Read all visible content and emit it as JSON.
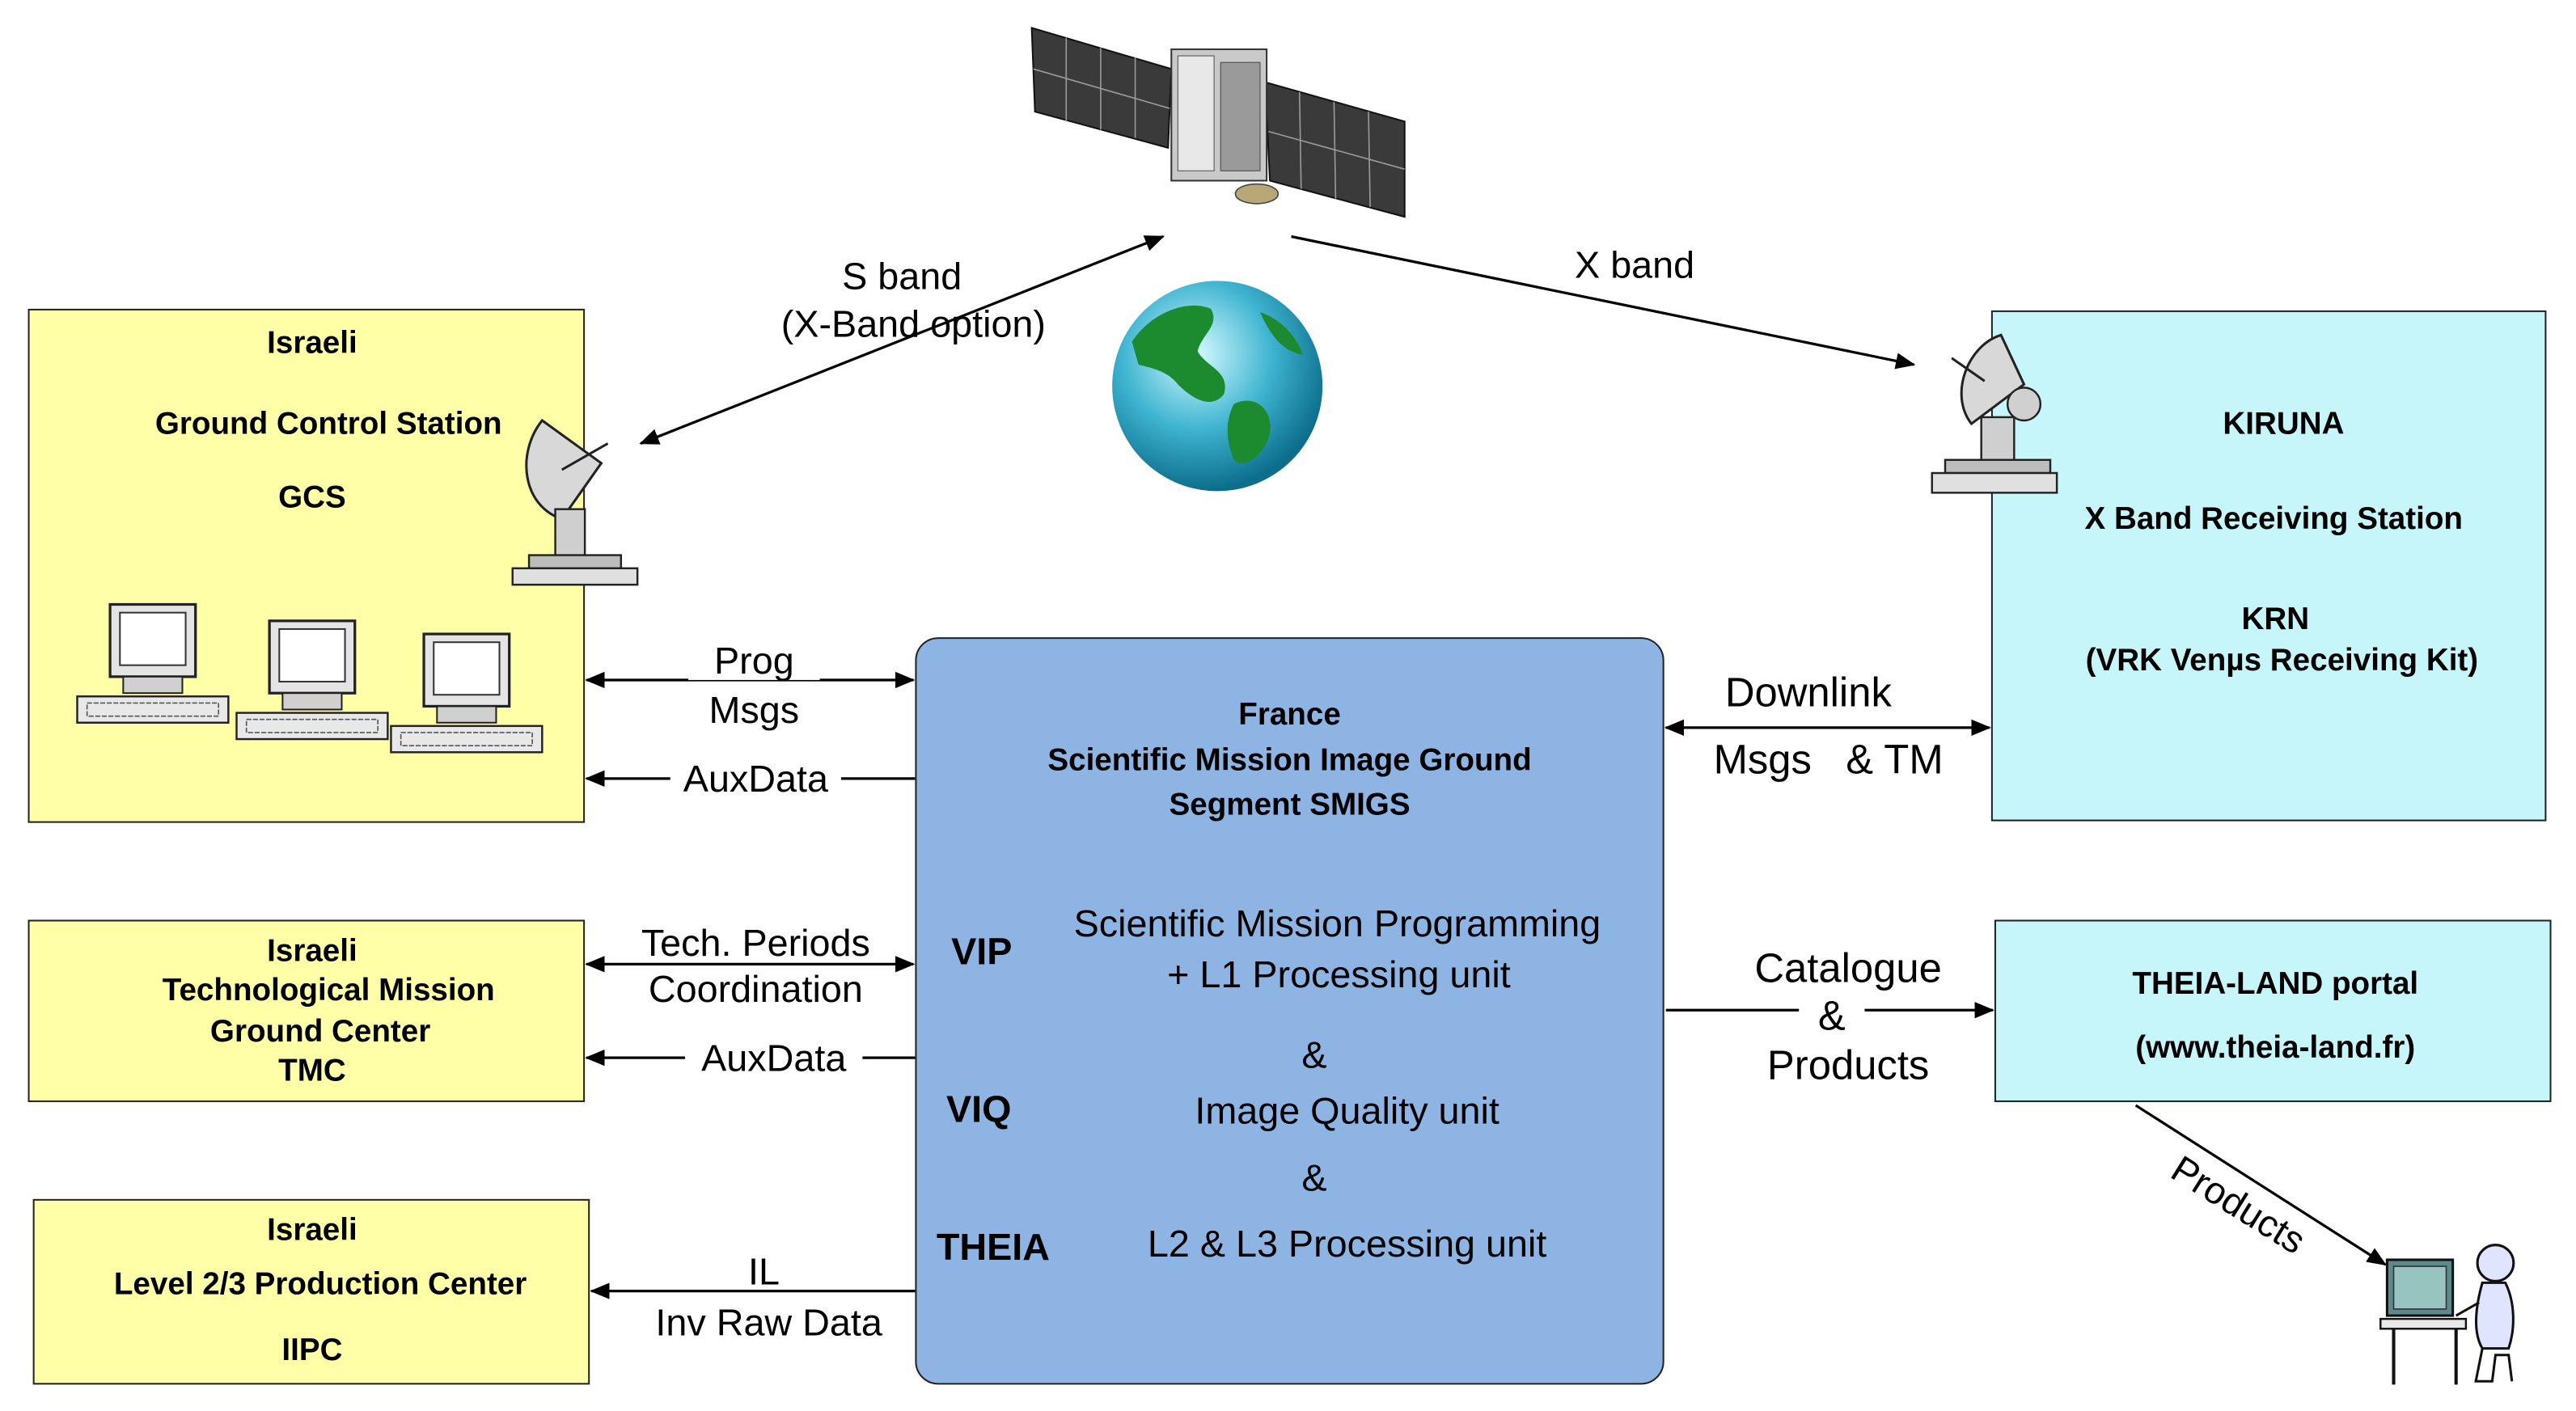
{
  "satellite_links": {
    "s_band": "S band",
    "s_band_option": "(X-Band option)",
    "x_band": "X band"
  },
  "gcs": {
    "line1": "Israeli",
    "line2": "Ground Control Station",
    "line3": "GCS"
  },
  "kiruna": {
    "line1": "KIRUNA",
    "line2": "X Band Receiving Station",
    "line3": "KRN",
    "line4": "(VRK Venµs Receiving Kit)"
  },
  "smigs": {
    "line1": "France",
    "line2": "Scientific Mission Image Ground",
    "line3": "Segment  SMIGS",
    "vip_label": "VIP",
    "vip_desc1": "Scientific Mission Programming",
    "vip_desc2": "+ L1 Processing unit",
    "amp1": "&",
    "viq_label": "VIQ",
    "viq_desc": "Image Quality unit",
    "amp2": "&",
    "theia_label": "THEIA",
    "theia_desc": "L2 & L3 Processing unit"
  },
  "tmc": {
    "line1": "Israeli",
    "line2": "Technological Mission",
    "line3": "Ground Center",
    "line4": "TMC"
  },
  "iipc": {
    "line1": "Israeli",
    "line2": "Level 2/3 Production Center",
    "line3": "IIPC"
  },
  "theia_portal": {
    "line1": "THEIA-LAND portal",
    "line2": "(www.theia-land.fr)"
  },
  "flows": {
    "prog": "Prog",
    "msgs": "Msgs",
    "auxdata1": "AuxData",
    "tech_periods": "Tech. Periods",
    "coordination": "Coordination",
    "auxdata2": "AuxData",
    "il": "IL",
    "inv_raw_data": "Inv Raw Data",
    "downlink": "Downlink",
    "msgs_tm": "Msgs   & TM",
    "catalogue": "Catalogue",
    "amp": "&",
    "products": "Products",
    "products_diag": "Products"
  },
  "colors": {
    "israeli_box": "#ffffa8",
    "kiruna_box": "#c6f6fa",
    "smigs_box": "#8db4e3"
  },
  "icons": [
    "satellite-icon",
    "earth-globe-icon",
    "dish-antenna-icon",
    "computer-workstation-icon",
    "user-at-computer-icon"
  ]
}
